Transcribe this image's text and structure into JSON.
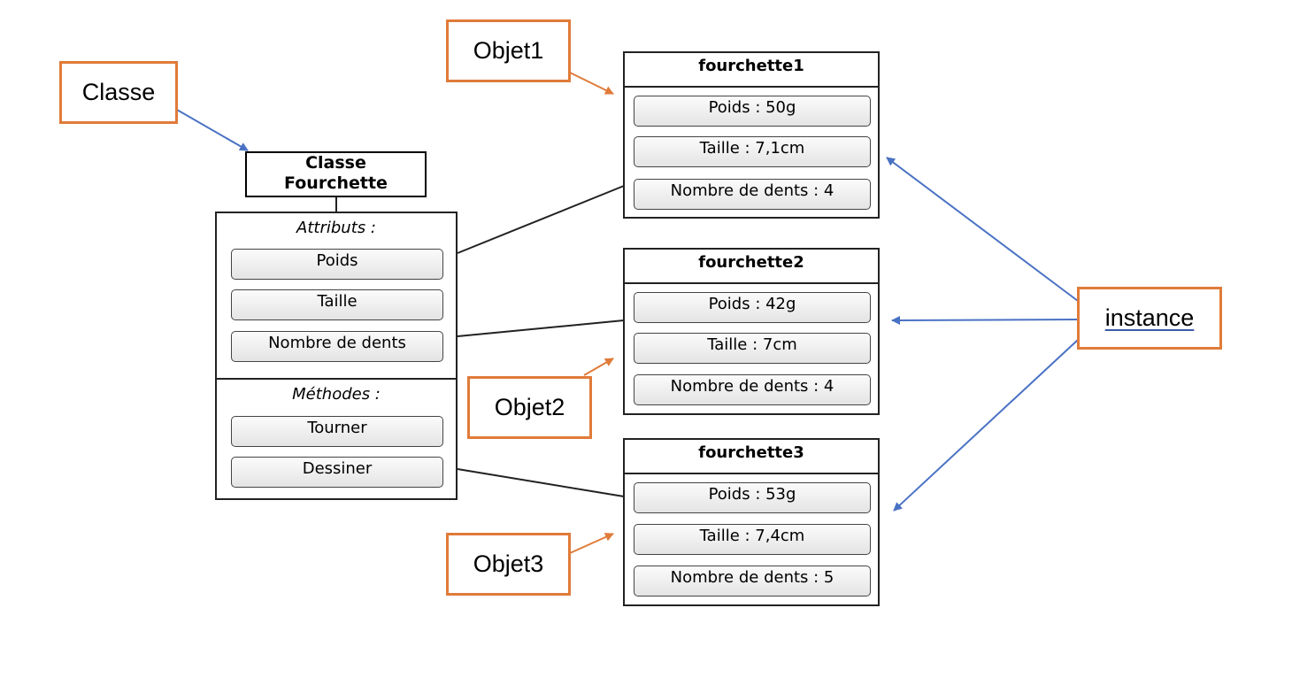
{
  "callouts": {
    "classe": "Classe",
    "objet1": "Objet1",
    "objet2": "Objet2",
    "objet3": "Objet3",
    "instance": "instance"
  },
  "class_box": {
    "name_line1": "Classe",
    "name_line2": "Fourchette",
    "attributes_title": "Attributs :",
    "attributes": [
      "Poids",
      "Taille",
      "Nombre de dents"
    ],
    "methods_title": "Méthodes :",
    "methods": [
      "Tourner",
      "Dessiner"
    ]
  },
  "objects": [
    {
      "name": "fourchette1",
      "fields": [
        "Poids : 50g",
        "Taille : 7,1cm",
        "Nombre de dents : 4"
      ]
    },
    {
      "name": "fourchette2",
      "fields": [
        "Poids : 42g",
        "Taille : 7cm",
        "Nombre de dents : 4"
      ]
    },
    {
      "name": "fourchette3",
      "fields": [
        "Poids : 53g",
        "Taille : 7,4cm",
        "Nombre de dents : 5"
      ]
    }
  ],
  "colors": {
    "orange_accent": "#e07b39",
    "blue_arrow": "#4a72c4",
    "line": "#222222"
  }
}
